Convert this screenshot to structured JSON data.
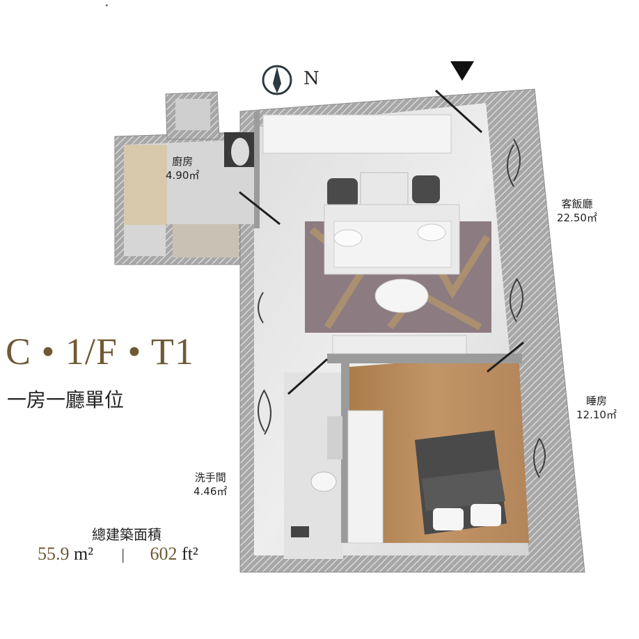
{
  "compass": {
    "north_label": "N"
  },
  "rooms": {
    "kitchen": {
      "name": "廚房",
      "area": "4.90㎡"
    },
    "living": {
      "name": "客飯廳",
      "area": "22.50㎡"
    },
    "bedroom": {
      "name": "睡房",
      "area": "12.10㎡"
    },
    "bathroom": {
      "name": "洗手間",
      "area": "4.46㎡"
    }
  },
  "unit": {
    "code": "C • 1/F • T1",
    "type": "一房一廳單位"
  },
  "area": {
    "title": "總建築面積",
    "sqm_value": "55.9",
    "sqm_unit": "m²",
    "separator": "|",
    "sqft_value": "602",
    "sqft_unit": "ft²"
  },
  "colors": {
    "wall": "#8f8f8f",
    "floor": "#dcdcdc",
    "wood": "#b98c5a",
    "rug": "#8c7b80",
    "accent_gold": "#6e5a34",
    "dark_fabric": "#4a4a4a"
  }
}
